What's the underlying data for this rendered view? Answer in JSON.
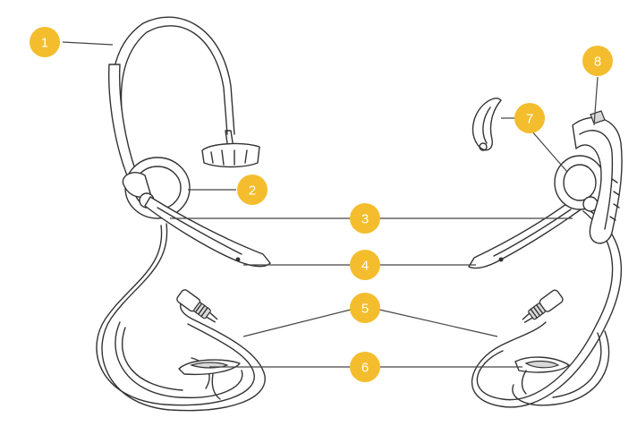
{
  "colors": {
    "callout": "#f3bd2e",
    "callout_text": "#ffffff",
    "line": "#333333",
    "background": "#ffffff"
  },
  "callouts": [
    {
      "id": "callout-1",
      "label": "1"
    },
    {
      "id": "callout-2",
      "label": "2"
    },
    {
      "id": "callout-3",
      "label": "3"
    },
    {
      "id": "callout-4",
      "label": "4"
    },
    {
      "id": "callout-5",
      "label": "5"
    },
    {
      "id": "callout-6",
      "label": "6"
    },
    {
      "id": "callout-7",
      "label": "7"
    },
    {
      "id": "callout-8",
      "label": "8"
    }
  ]
}
